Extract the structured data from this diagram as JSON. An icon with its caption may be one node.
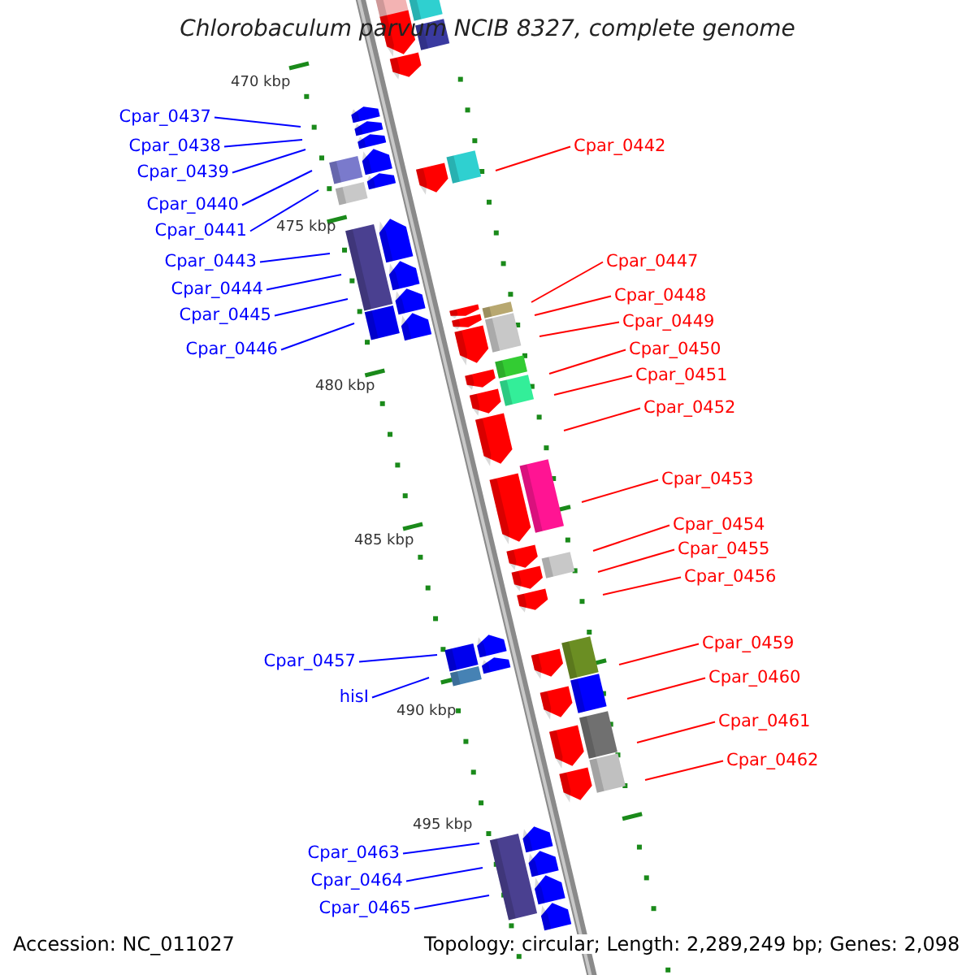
{
  "diagram": {
    "title": "Chlorobaculum parvum NCIB 8327, complete genome",
    "nodes": [
      {
        "text": [
          "Cpar_0437"
        ]
      },
      {
        "text": [
          "Cpar_0438"
        ]
      },
      {
        "text": [
          "Cpar_0439"
        ]
      },
      {
        "text": [
          "Cpar_0440"
        ]
      },
      {
        "text": [
          "Cpar_0441"
        ]
      },
      {
        "text": [
          "Cpar_0443"
        ]
      },
      {
        "text": [
          "Cpar_0444"
        ]
      },
      {
        "text": [
          "Cpar_0445"
        ]
      },
      {
        "text": [
          "Cpar_0446"
        ]
      },
      {
        "text": [
          "Cpar_0457"
        ]
      },
      {
        "text": [
          "hisI"
        ]
      },
      {
        "text": [
          "Cpar_0463"
        ]
      },
      {
        "text": [
          "Cpar_0464"
        ]
      },
      {
        "text": [
          "Cpar_0465"
        ]
      },
      {
        "text": [
          "Cpar_0442"
        ]
      },
      {
        "text": [
          "Cpar_0447"
        ]
      },
      {
        "text": [
          "Cpar_0448"
        ]
      },
      {
        "text": [
          "Cpar_0449"
        ]
      },
      {
        "text": [
          "Cpar_0450"
        ]
      },
      {
        "text": [
          "Cpar_0451"
        ]
      },
      {
        "text": [
          "Cpar_0452"
        ]
      },
      {
        "text": [
          "Cpar_0453"
        ]
      },
      {
        "text": [
          "Cpar_0454"
        ]
      },
      {
        "text": [
          "Cpar_0455"
        ]
      },
      {
        "text": [
          "Cpar_0456"
        ]
      },
      {
        "text": [
          "Cpar_0459"
        ]
      },
      {
        "text": [
          "Cpar_0460"
        ]
      },
      {
        "text": [
          "Cpar_0461"
        ]
      },
      {
        "text": [
          "Cpar_0462"
        ]
      }
    ],
    "edges": [
      {
        "from": 0,
        "to": null,
        "arrow": "none",
        "color": "#0000ff"
      },
      {
        "from": 1,
        "to": null,
        "arrow": "none",
        "color": "#0000ff"
      },
      {
        "from": 2,
        "to": null,
        "arrow": "none",
        "color": "#0000ff"
      },
      {
        "from": 3,
        "to": null,
        "arrow": "none",
        "color": "#0000ff"
      },
      {
        "from": 4,
        "to": null,
        "arrow": "none",
        "color": "#0000ff"
      },
      {
        "from": 5,
        "to": null,
        "arrow": "none",
        "color": "#0000ff"
      },
      {
        "from": 6,
        "to": null,
        "arrow": "none",
        "color": "#0000ff"
      },
      {
        "from": 7,
        "to": null,
        "arrow": "none",
        "color": "#0000ff"
      },
      {
        "from": 8,
        "to": null,
        "arrow": "none",
        "color": "#0000ff"
      },
      {
        "from": 9,
        "to": null,
        "arrow": "none",
        "color": "#0000ff"
      },
      {
        "from": 10,
        "to": null,
        "arrow": "none",
        "color": "#0000ff"
      },
      {
        "from": 11,
        "to": null,
        "arrow": "none",
        "color": "#0000ff"
      },
      {
        "from": 12,
        "to": null,
        "arrow": "none",
        "color": "#0000ff"
      },
      {
        "from": 13,
        "to": null,
        "arrow": "none",
        "color": "#0000ff"
      },
      {
        "from": 14,
        "to": null,
        "arrow": "none"
      },
      {
        "from": 15,
        "to": null,
        "arrow": "none"
      },
      {
        "from": 16,
        "to": null,
        "arrow": "none"
      },
      {
        "from": 17,
        "to": null,
        "arrow": "none"
      },
      {
        "from": 18,
        "to": null,
        "arrow": "none"
      },
      {
        "from": 19,
        "to": null,
        "arrow": "none"
      },
      {
        "from": 20,
        "to": null,
        "arrow": "none"
      },
      {
        "from": 21,
        "to": null,
        "arrow": "none"
      },
      {
        "from": 22,
        "to": null,
        "arrow": "none"
      },
      {
        "from": 23,
        "to": null,
        "arrow": "none"
      },
      {
        "from": 24,
        "to": null,
        "arrow": "none"
      },
      {
        "from": 25,
        "to": null,
        "arrow": "none"
      },
      {
        "from": 26,
        "to": null,
        "arrow": "none"
      },
      {
        "from": 27,
        "to": null,
        "arrow": "none"
      },
      {
        "from": 28,
        "to": null,
        "arrow": "none"
      }
    ],
    "labels": [
      "470 kbp",
      "475 kbp",
      "480 kbp",
      "485 kbp",
      "490 kbp",
      "495 kbp",
      "Accession: NC_011027",
      "Topology: circular; Length: 2,289,249 bp; Genes: 2,098"
    ]
  }
}
